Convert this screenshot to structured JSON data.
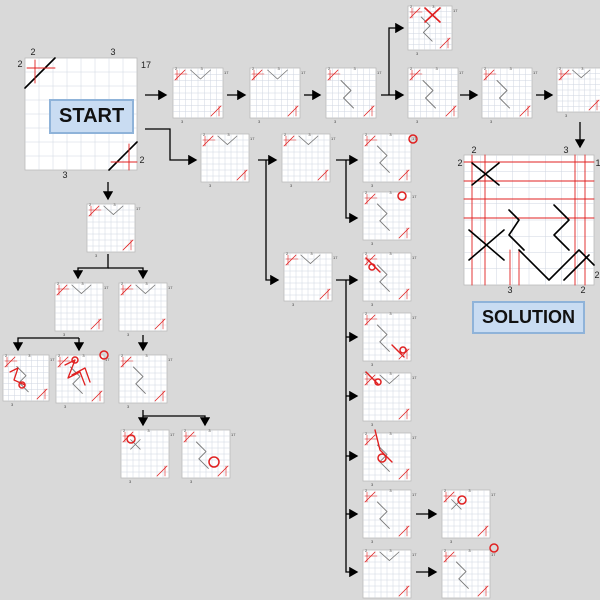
{
  "start": {
    "label": "START",
    "clues": {
      "top_left": "2",
      "top_right": "3",
      "right_top": "17",
      "left_top": "2",
      "bottom_left": "3",
      "right_bottom": "2"
    }
  },
  "solution": {
    "label": "SOLUTION",
    "clues": {
      "top_a": "2",
      "top_b": "3",
      "left_top": "2",
      "right_top": "1",
      "bottom_a": "3",
      "bottom_b": "2",
      "right_bottom": "2"
    }
  },
  "colors": {
    "background": "#d9d9d9",
    "label_fill": "#c9dcf2",
    "label_border": "#8fb3d9",
    "mistake_red": "#e02020",
    "grid": "#cfd6e0"
  },
  "icons": [
    "arrow-icon",
    "contradiction-circle-icon",
    "cross-mark-icon"
  ]
}
